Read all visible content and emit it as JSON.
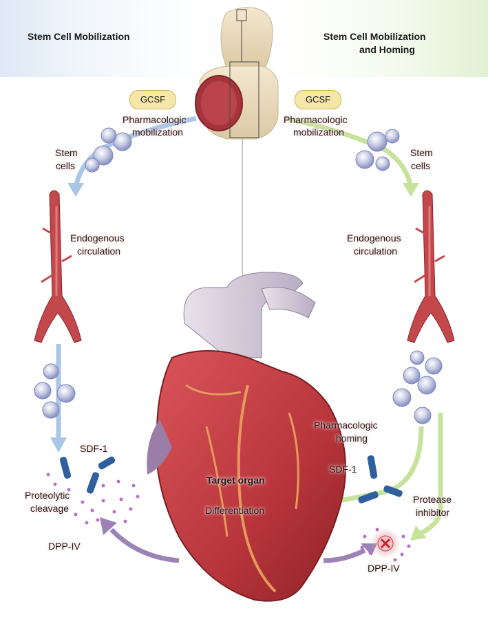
{
  "headers": {
    "left": "Stem Cell Mobilization",
    "right_line1": "Stem Cell Mobilization",
    "right_line2": "and Homing"
  },
  "left_path": {
    "gcsf": "GCSF",
    "pharm_line1": "Pharmacologic",
    "pharm_line2": "mobilization",
    "stem_line1": "Stem",
    "stem_line2": "cells",
    "circ_line1": "Endogenous",
    "circ_line2": "circulation",
    "sdf": "SDF-1",
    "cleave_line1": "Proteolytic",
    "cleave_line2": "cleavage",
    "dpp": "DPP-IV"
  },
  "right_path": {
    "gcsf": "GCSF",
    "pharm_line1": "Pharmacologic",
    "pharm_line2": "mobilization",
    "stem_line1": "Stem",
    "stem_line2": "cells",
    "circ_line1": "Endogenous",
    "circ_line2": "circulation",
    "homing_line1": "Pharmacologic",
    "homing_line2": "homing",
    "sdf": "SDF-1",
    "protease_line1": "Protease",
    "protease_line2": "inhibitor",
    "dpp": "DPP-IV"
  },
  "center": {
    "target": "Target organ",
    "differentiation": "Differentiation"
  },
  "colors": {
    "left_panel": "#e3edf8",
    "right_panel": "#e7f2d8",
    "blue_arrow": "#a9c6e6",
    "green_arrow": "#c7e39b",
    "purple_arrow": "#9c83b6",
    "heart_red": "#b8353b",
    "vessel_red": "#c2484c",
    "receptor_blue": "#2f5f9c",
    "gcsf_pill": "#f6e7a8"
  }
}
